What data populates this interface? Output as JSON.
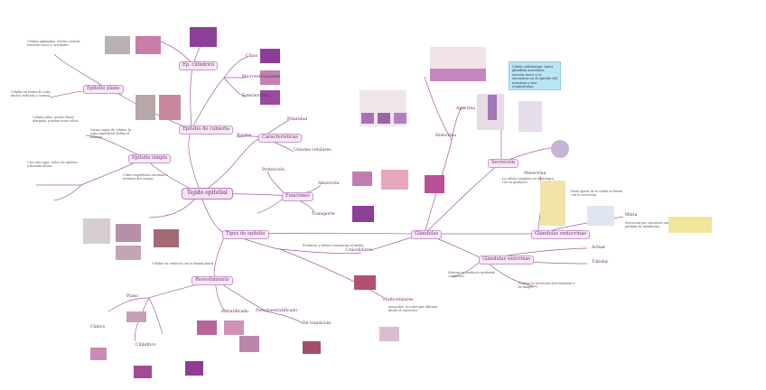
{
  "central": "Tejido epitelial",
  "hubs": {
    "epitelio_cubierta": "Epitelio de cubierta",
    "epitelio_simple": "Epitelio simple",
    "epitelio_cilindrico": "Ep. cilíndrico",
    "epitelio_plano": "Epitelio plano",
    "caracteristicas": "Características",
    "funciones": "Funciones",
    "tipos": "Tipos de epitelio",
    "glandulas": "Glándulas",
    "revestimiento": "Revestimiento",
    "exocrinas": "Glándulas exocrinas",
    "endocrinas": "Glándulas endocrinas",
    "secrecion": "Secreción"
  },
  "subs": {
    "bordes": "Bordes",
    "cilios": "Cilios",
    "microvellosidades": "Microvellosidades",
    "estereocilios": "Estereocilios",
    "polaridad": "Polaridad",
    "uniones": "Uniones celulares",
    "proteccion": "Protección",
    "absorcion": "Absorción",
    "transporte": "Transporte",
    "plano": "Plano",
    "cubico": "Cúbico",
    "cilindrico": "Cilíndrico",
    "estratificado": "Estratificado",
    "pseudoestratificado": "Pseudoestratificado",
    "transicion": "De transición",
    "unicelulares": "Unicelulares",
    "multicelulares": "Multicelulares",
    "merocrina": "Merocrina",
    "apocrina": "Apocrina",
    "holocrina": "Holocrina",
    "acinar": "Acinar",
    "tubular": "Tubular",
    "mixta": "Mixta"
  },
  "notes": {
    "n1": "Células aplanadas, núcleo central, revisten vasos y cavidades.",
    "n2": "Células en forma de cubo, núcleo redondo y central.",
    "n3": "Células altas, núcleo basal alargado, pueden tener cilios.",
    "n4": "Varias capas de células, la capa superficial define el nombre.",
    "n5": "Una sola capa, todos los núcleos a distinta altura.",
    "n6": "Cubre superficies externas e internas del cuerpo.",
    "n7": "Células en contacto con la lámina basal.",
    "n8": "Producen y liberan sustancias al medio.",
    "n9": "Liberan su producto mediante conductos.",
    "n10": "Vierten su secreción directamente a la sangre.",
    "n11": "La célula completa se desintegra con su producto.",
    "n12": "Parte apical de la célula se libera con la secreción.",
    "n13": "Secreción por exocitosis sin pérdida de membrana.",
    "n14": "Avascular, se nutre por difusión desde el conectivo."
  },
  "sticky": "Célula caliciforme: única glándula unicelular, secreta moco y se encuentra en el epitelio del intestino y vías respiratorias.",
  "colors": {
    "line": "#9b4a9b",
    "hub_bg": "#f3e3f3",
    "tissue_pink": "#d98fbf",
    "tissue_purple": "#7a3d8c",
    "sticky": "#b9e6f7"
  }
}
